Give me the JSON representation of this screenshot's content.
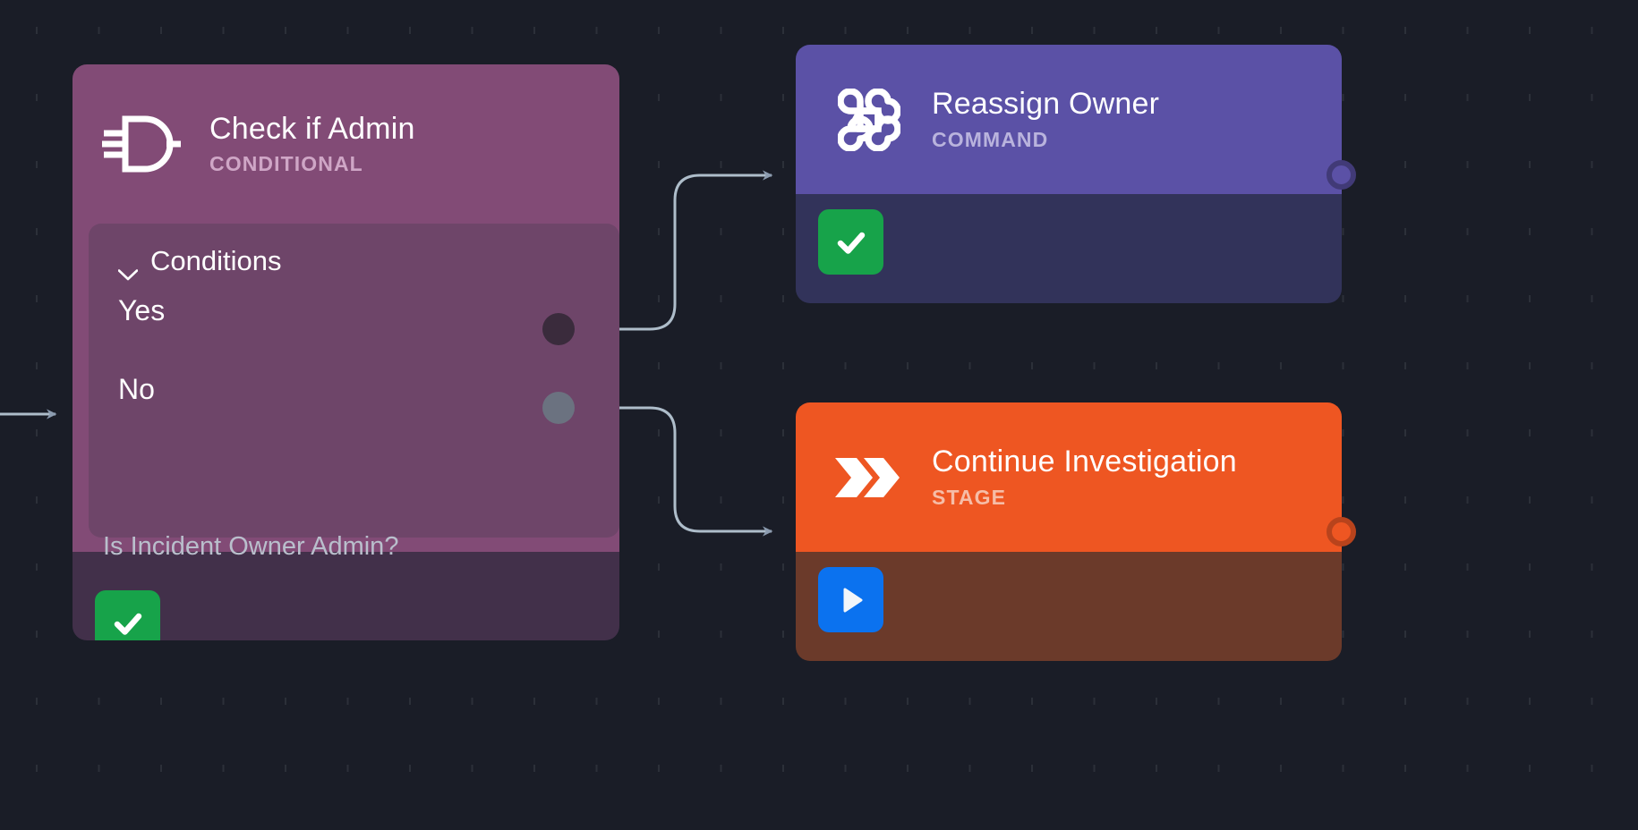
{
  "canvas": {
    "background_color": "#1a1d27",
    "grid": "dashed-tick-grid"
  },
  "edge_color": "#aebdca",
  "arrow_color": "#8c9cb0",
  "nodes": [
    {
      "id": "conditional",
      "title": "Check if Admin",
      "subtitle": "CONDITIONAL",
      "icon": "logic-gate-icon",
      "header_color": "#824b76",
      "body_color": "#42304a",
      "conditions_label": "Conditions",
      "conditions_panel_color": "#6e4569",
      "conditions": [
        {
          "label": "Yes",
          "port_color": "#3a2b3c"
        },
        {
          "label": "No",
          "port_color": "#6b7280"
        }
      ],
      "question": "Is Incident Owner Admin?",
      "status_badge": {
        "icon": "check-icon",
        "color": "#17a34a"
      }
    },
    {
      "id": "command",
      "title": "Reassign Owner",
      "subtitle": "COMMAND",
      "icon": "command-icon",
      "header_color": "#5b51a6",
      "body_color": "#32335a",
      "status_badge": {
        "icon": "check-icon",
        "color": "#17a34a"
      },
      "output_port_color": "#5b51a6"
    },
    {
      "id": "stage",
      "title": "Continue Investigation",
      "subtitle": "STAGE",
      "icon": "double-chevron-right-icon",
      "header_color": "#ee5622",
      "body_color": "#6b3a2a",
      "status_badge": {
        "icon": "play-icon",
        "color": "#0b72ef"
      },
      "output_port_color": "#ee5622"
    }
  ],
  "edges": [
    {
      "from": "input",
      "to": "conditional",
      "label": ""
    },
    {
      "from": "conditional.yes",
      "to": "command",
      "label": ""
    },
    {
      "from": "conditional.no",
      "to": "stage",
      "label": ""
    }
  ]
}
